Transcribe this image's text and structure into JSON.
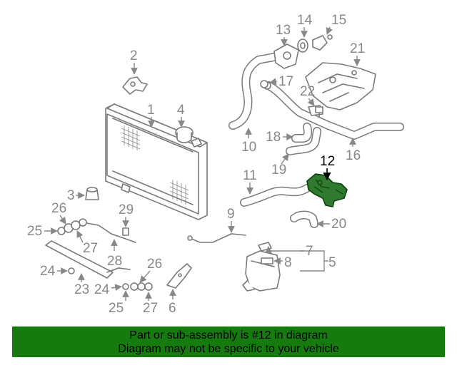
{
  "diagram": {
    "highlighted_part": "12",
    "callouts": [
      "1",
      "2",
      "3",
      "4",
      "5",
      "6",
      "7",
      "8",
      "9",
      "10",
      "11",
      "12",
      "13",
      "14",
      "15",
      "16",
      "17",
      "18",
      "19",
      "20",
      "21",
      "22",
      "23",
      "24",
      "24",
      "25",
      "25",
      "26",
      "26",
      "27",
      "27",
      "28",
      "29"
    ]
  },
  "banner": {
    "line1": "Part or sub-assembly is #12 in diagram",
    "line2": "Diagram may not be specific to your vehicle"
  },
  "colors": {
    "banner_bg": "#157b0f",
    "highlight_part": "#2f7a2f",
    "line_art": "#7a7a7a"
  }
}
